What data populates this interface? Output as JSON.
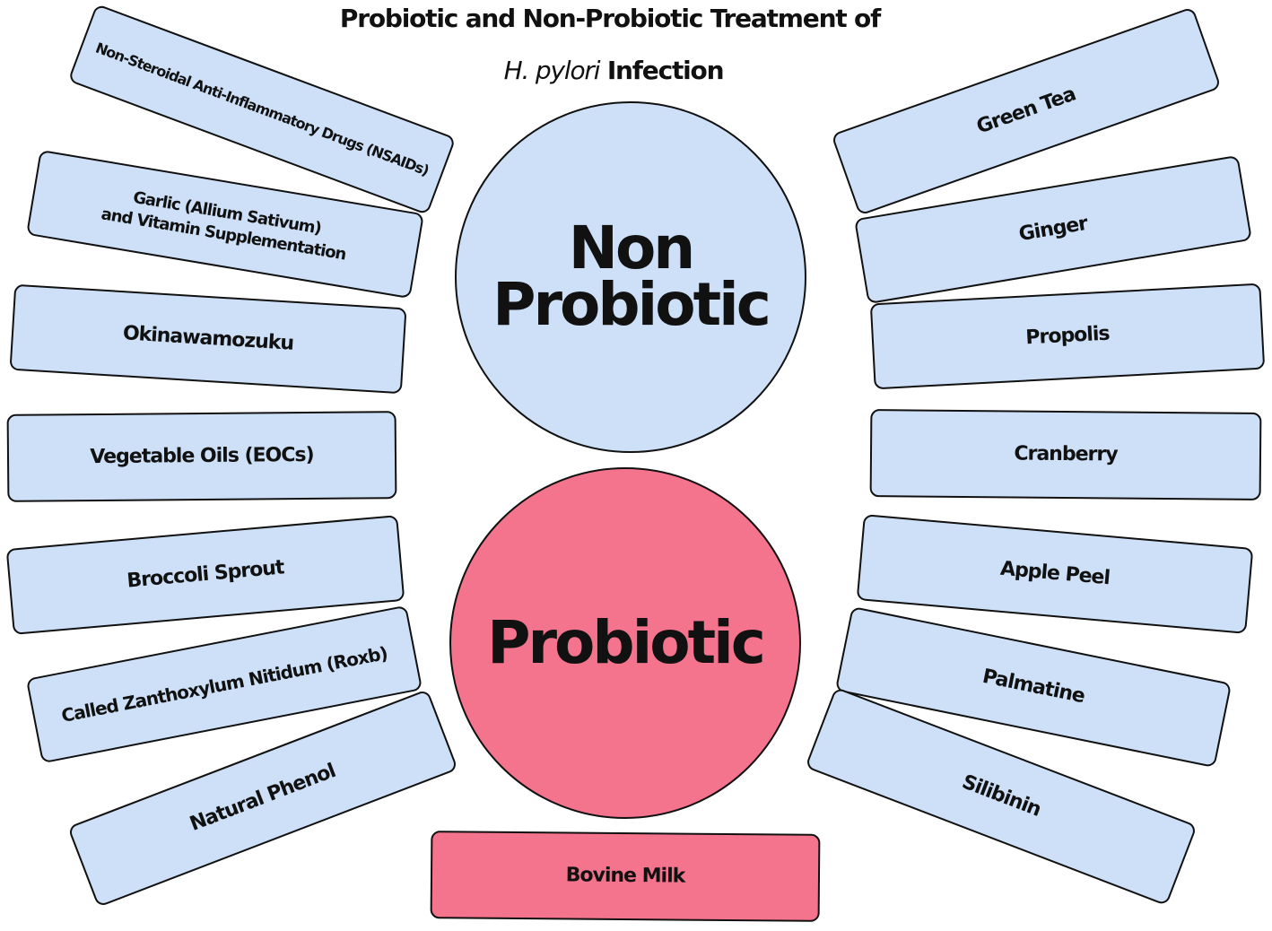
{
  "title": {
    "line1": "Probiotic and Non-Probiotic Treatment of",
    "line2_italic": "H. pylori",
    "line2_rest": "Infection"
  },
  "colors": {
    "non_probiotic_fill": "#cde0f7",
    "probiotic_fill": "#f4738d",
    "outline": "#111111"
  },
  "circles": {
    "non_probiotic": "Non\nProbiotic",
    "probiotic": "Probiotic"
  },
  "left_items": [
    "Non-Steroidal Anti-Inflammatory Drugs (NSAIDs)",
    "Garlic (Allium Sativum)\nand Vitamin Supplementation",
    "Okinawamozuku",
    "Vegetable Oils (EOCs)",
    "Broccoli Sprout",
    "Called Zanthoxylum Nitidum (Roxb)",
    "Natural Phenol"
  ],
  "right_items": [
    "Green Tea",
    "Ginger",
    "Propolis",
    "Cranberry",
    "Apple Peel",
    "Palmatine",
    "Silibinin"
  ],
  "bottom_item": "Bovine Milk"
}
